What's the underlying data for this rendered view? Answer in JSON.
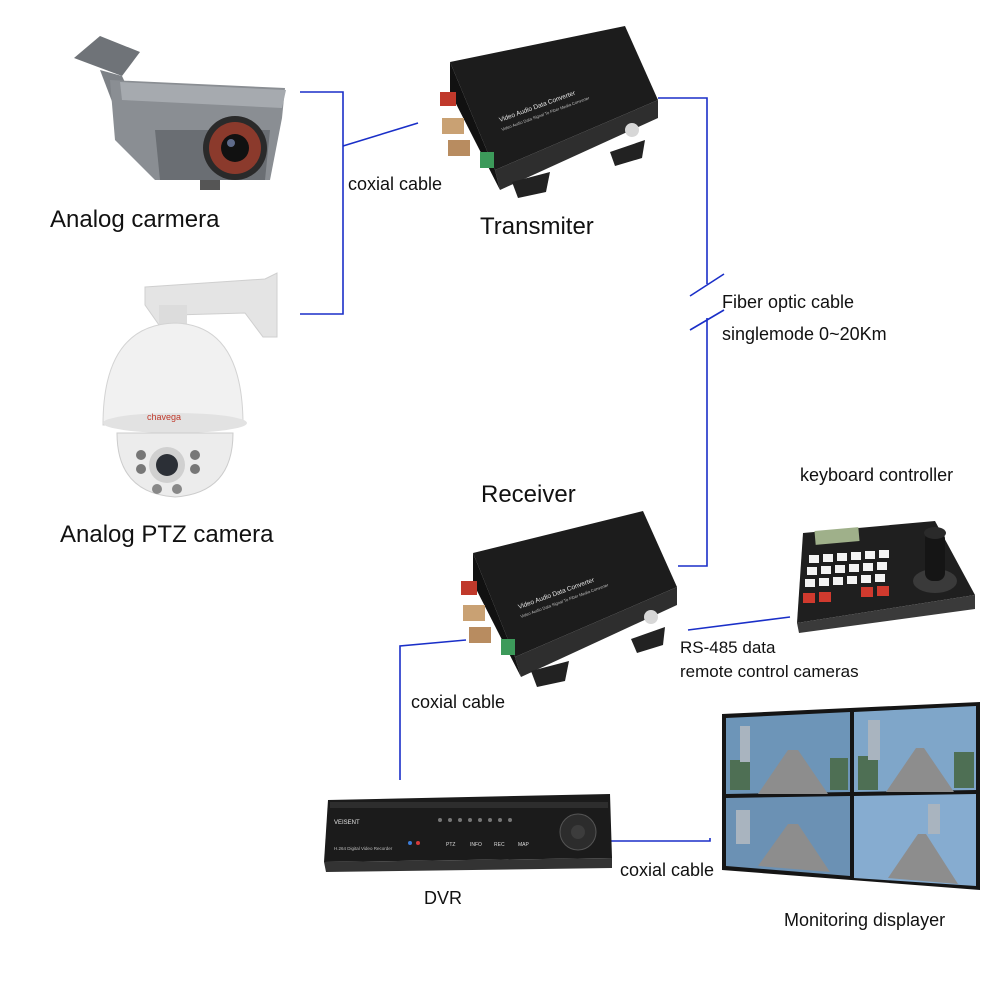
{
  "labels": {
    "analog_camera": "Analog carmera",
    "ptz_camera": "Analog PTZ camera",
    "transmitter": "Transmiter",
    "receiver": "Receiver",
    "coax_top": "coxial cable",
    "fiber_line1": "Fiber optic cable",
    "fiber_line2": "singlemode 0~20Km",
    "keyboard": "keyboard controller",
    "rs485_line1": "RS-485 data",
    "rs485_line2": "remote  control cameras",
    "coax_mid": "coxial cable",
    "dvr": "DVR",
    "coax_bottom": "coxial cable",
    "monitor": "Monitoring displayer"
  },
  "device_text": {
    "converter_title": "Video Audio Data Converter",
    "converter_sub": "Video Audio Data Signal To Fiber Media Converter",
    "ptz_brand": "chavega",
    "dvr_brand": "VEISENT",
    "dvr_sub": "H.264 Digital Video Recorder",
    "dvr_buttons": [
      "PTZ",
      "INFO",
      "REC",
      "MAP"
    ]
  },
  "colors": {
    "wire": "#1a2fc8",
    "device_black": "#1c1c1c",
    "camera_grey": "#8a8e93",
    "ptz_white": "#f1f1f1"
  }
}
